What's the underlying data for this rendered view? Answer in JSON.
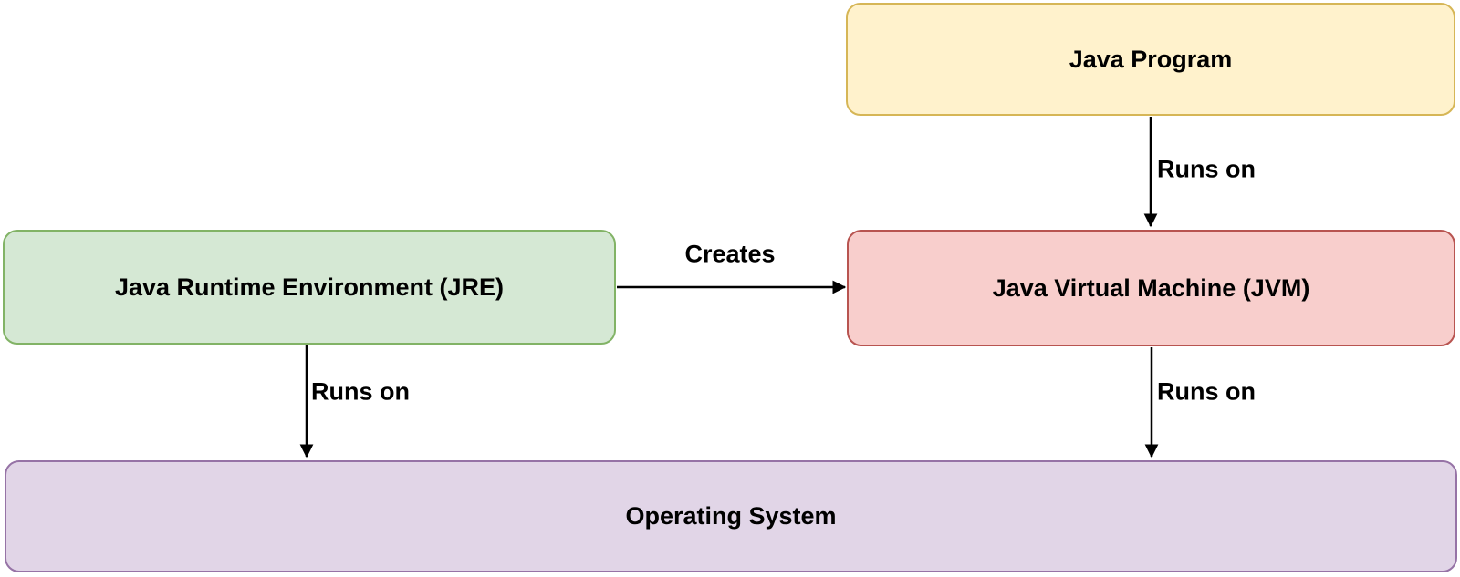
{
  "diagram": {
    "background": "#FFFFFF",
    "arrow_color": "#000000",
    "text_color": "#000000",
    "nodes": {
      "java_program": {
        "label": "Java Program",
        "fill": "#FFF2CC",
        "stroke": "#D6B656"
      },
      "jre": {
        "label": "Java Runtime Environment (JRE)",
        "fill": "#D5E8D4",
        "stroke": "#82B366"
      },
      "jvm": {
        "label": "Java Virtual Machine (JVM)",
        "fill": "#F8CECC",
        "stroke": "#B85450"
      },
      "os": {
        "label": "Operating System",
        "fill": "#E1D5E7",
        "stroke": "#9673A6"
      }
    },
    "edges": {
      "program_runs_on_jvm": {
        "label": "Runs on"
      },
      "jre_creates_jvm": {
        "label": "Creates"
      },
      "jre_runs_on_os": {
        "label": "Runs on"
      },
      "jvm_runs_on_os": {
        "label": "Runs on"
      }
    }
  }
}
